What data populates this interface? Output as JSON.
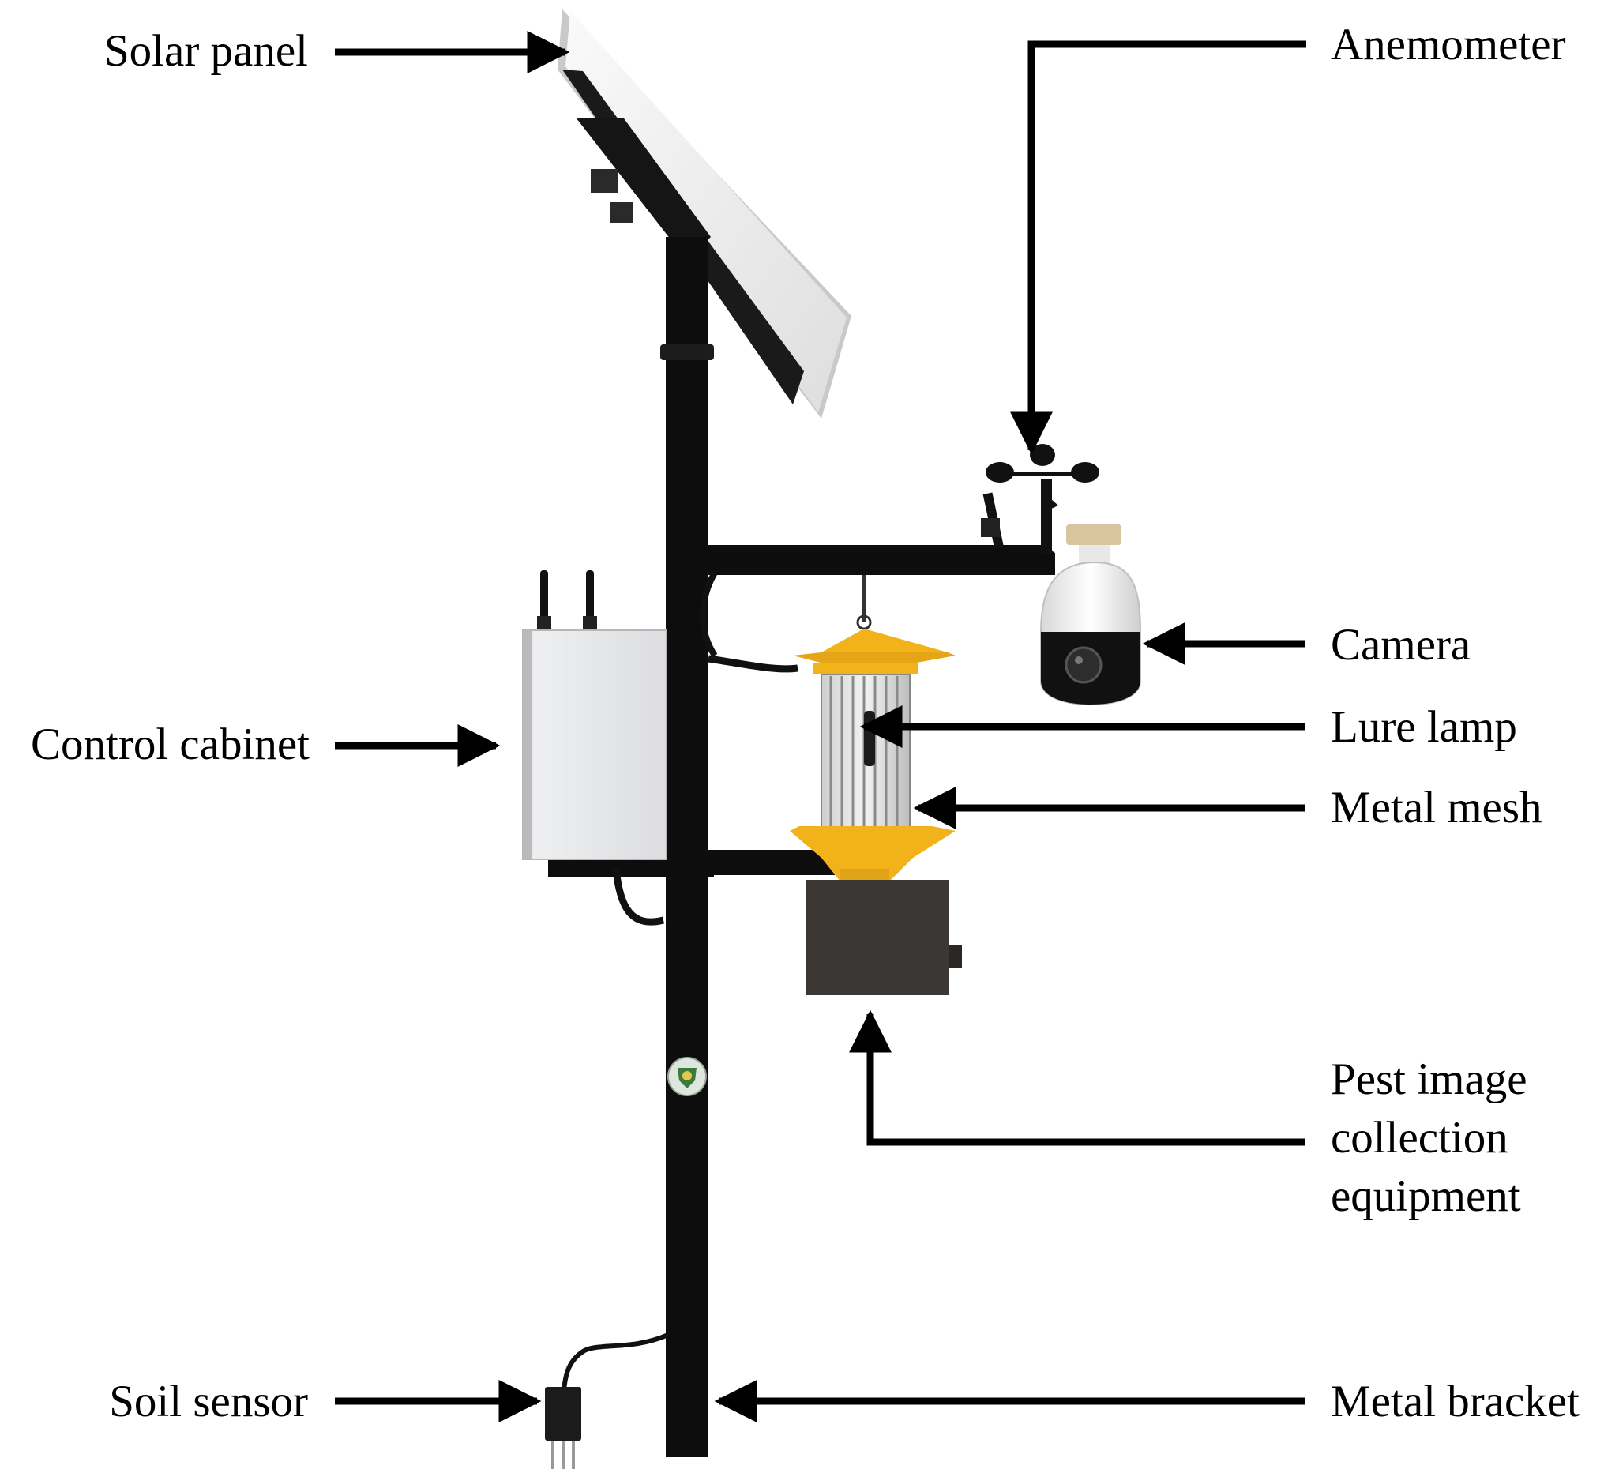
{
  "labels": {
    "solar_panel": "Solar panel",
    "anemometer": "Anemometer",
    "camera": "Camera",
    "lure_lamp": "Lure lamp",
    "metal_mesh": "Metal mesh",
    "control_cabinet": "Control cabinet",
    "pest_image_line1": "Pest image",
    "pest_image_line2": "collection",
    "pest_image_line3": "equipment",
    "soil_sensor": "Soil sensor",
    "metal_bracket": "Metal bracket"
  },
  "colors": {
    "pole": "#0d0d0d",
    "arrow": "#000000",
    "panel_face": "#eeeeee",
    "panel_frame": "#d4d4d4",
    "cabinet": "#e6e7e9",
    "lamp_yellow": "#f2b21a",
    "camera_body": "#f2f2f2",
    "collector_box": "#3a3734"
  },
  "icons": {
    "logo_badge": "green-shield-emblem"
  }
}
